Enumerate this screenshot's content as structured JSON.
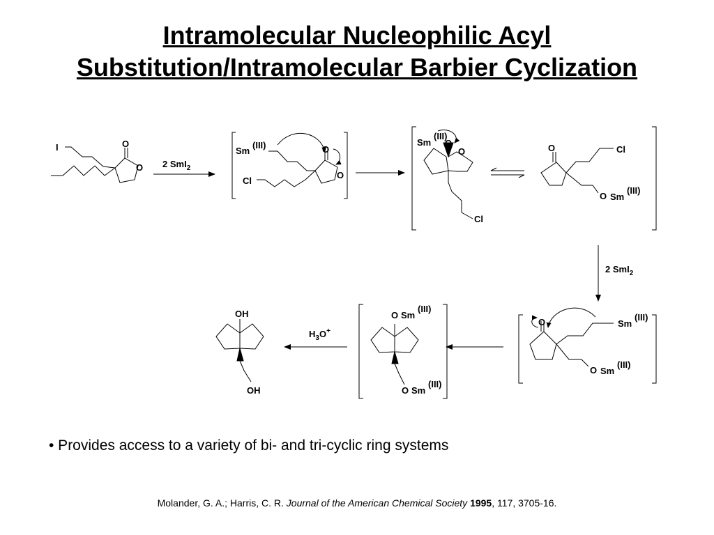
{
  "title": {
    "line1": "Intramolecular Nucleophilic Acyl",
    "line2": "Substitution/Intramolecular Barbier Cyclization"
  },
  "scheme": {
    "reagent_smi2": "2 SmI",
    "subscript_2": "2",
    "acid_h": "H",
    "acid_3": "3",
    "acid_o": "O",
    "acid_plus": "+",
    "labels": {
      "i": "I",
      "o": "O",
      "cl": "Cl",
      "sm": "Sm",
      "sm_ox": "(III)",
      "oh": "OH"
    }
  },
  "bullet": "• Provides access to a variety of bi- and tri-cyclic ring systems",
  "reference": {
    "authors": "Molander, G. A.; Harris, C. R. ",
    "journal": "Journal of the American Chemical Society",
    "year": "1995",
    "rest": ", 117, 3705-16."
  }
}
